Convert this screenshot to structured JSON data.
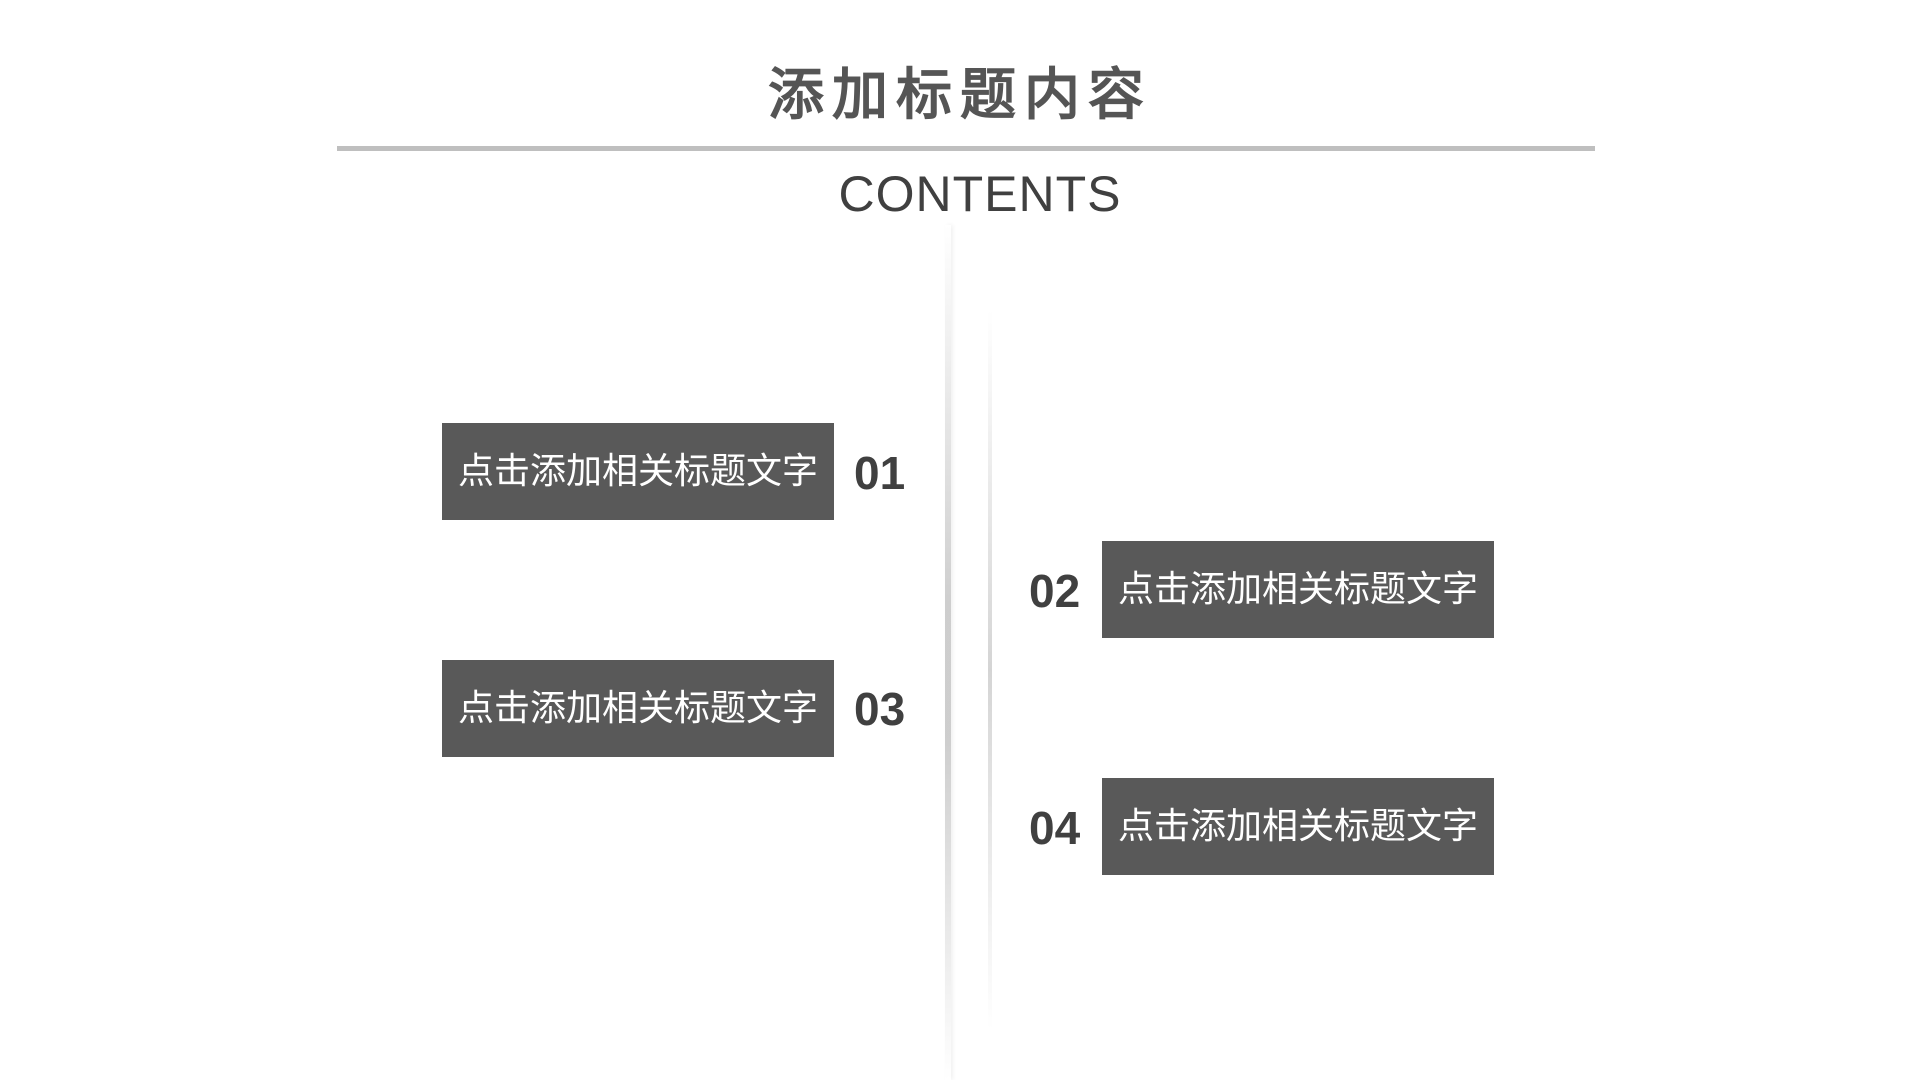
{
  "header": {
    "title": "添加标题内容",
    "subtitle": "CONTENTS"
  },
  "items": [
    {
      "number": "01",
      "label": "点击添加相关标题文字"
    },
    {
      "number": "02",
      "label": "点击添加相关标题文字"
    },
    {
      "number": "03",
      "label": "点击添加相关标题文字"
    },
    {
      "number": "04",
      "label": "点击添加相关标题文字"
    }
  ],
  "colors": {
    "box_background": "#595959",
    "box_text": "#ffffff",
    "number_text": "#404040",
    "title_text": "#555555",
    "rule": "#bfbfbf"
  }
}
